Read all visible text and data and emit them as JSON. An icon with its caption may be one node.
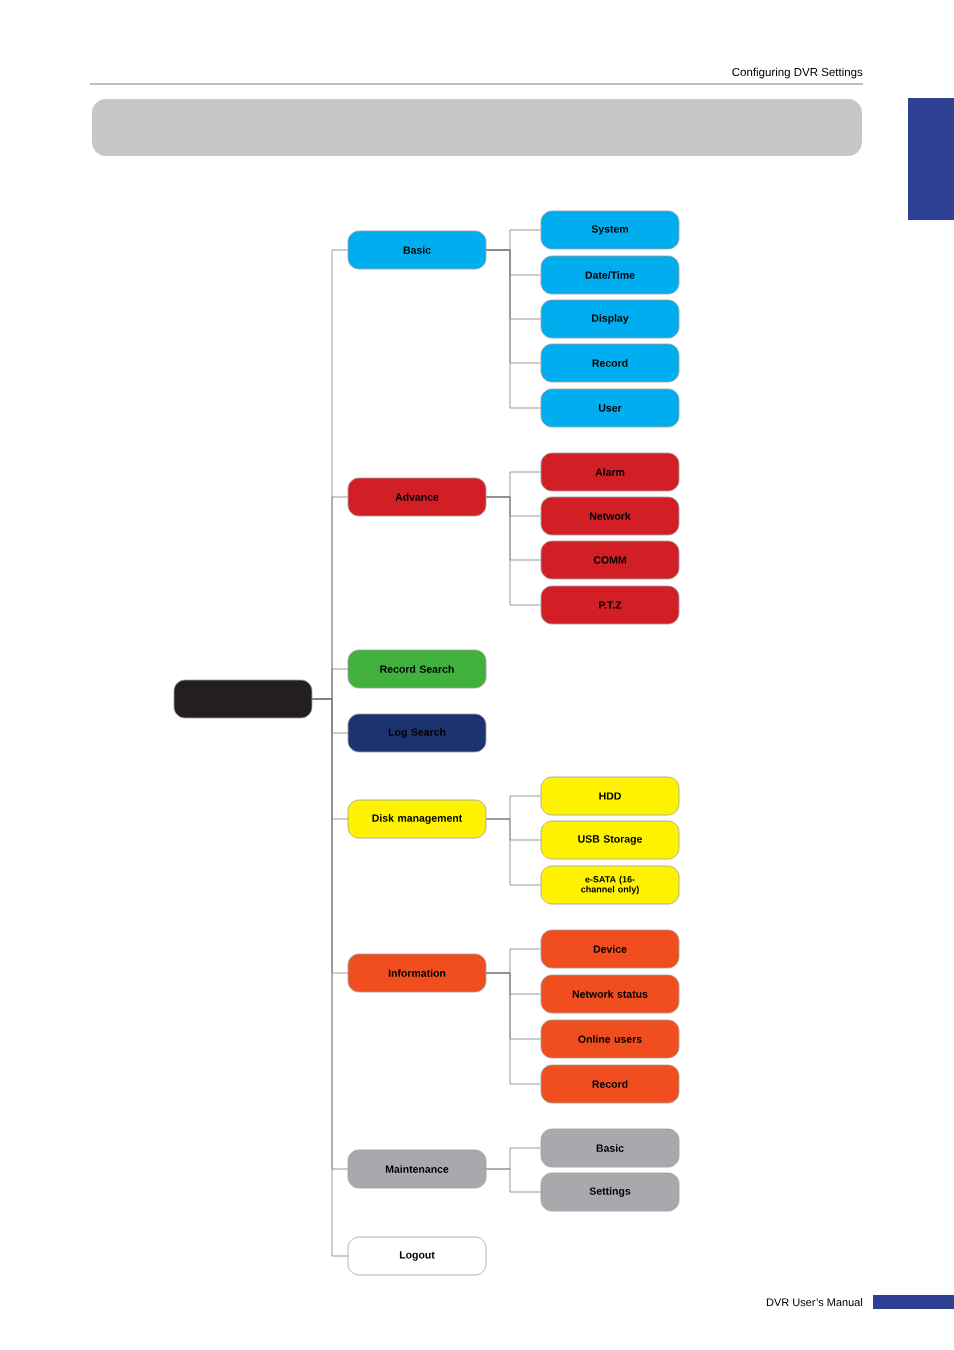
{
  "diagram": {
    "nodes": [
      {
        "text": [],
        "shape": "box"
      },
      {
        "text": [],
        "shape": "bar"
      },
      {
        "text": [],
        "shape": "box"
      },
      {
        "text": [
          "Basic"
        ]
      },
      {
        "text": [
          "System"
        ]
      },
      {
        "text": [
          "Date/Time"
        ]
      },
      {
        "text": [
          "Display"
        ]
      },
      {
        "text": [
          "Record"
        ]
      },
      {
        "text": [
          "User"
        ]
      },
      {
        "text": [
          "Advance"
        ]
      },
      {
        "text": [
          "Alarm"
        ]
      },
      {
        "text": [
          "Network"
        ]
      },
      {
        "text": [
          "COMM"
        ]
      },
      {
        "text": [
          "P.T.Z"
        ]
      },
      {
        "text": [
          "Record Search"
        ]
      },
      {
        "text": [
          "Log Search"
        ]
      },
      {
        "text": [
          "Disk management"
        ]
      },
      {
        "text": [
          "HDD"
        ]
      },
      {
        "text": [
          "USB Storage"
        ]
      },
      {
        "text": [
          "e-SATA (16-channel only)"
        ]
      },
      {
        "text": [
          "Information"
        ]
      },
      {
        "text": [
          "Device"
        ]
      },
      {
        "text": [
          "Network status"
        ]
      },
      {
        "text": [
          "Online users"
        ]
      },
      {
        "text": [
          "Record"
        ]
      },
      {
        "text": [
          "Maintenance"
        ]
      },
      {
        "text": [
          "Basic"
        ]
      },
      {
        "text": [
          "Settings"
        ]
      },
      {
        "text": [
          "Logout"
        ]
      }
    ],
    "edges": [
      {
        "from": 2,
        "to": 3,
        "arrow": "none"
      },
      {
        "from": 3,
        "to": 4,
        "arrow": "none"
      },
      {
        "from": 3,
        "to": 5,
        "arrow": "none"
      },
      {
        "from": 3,
        "to": 6,
        "arrow": "none"
      },
      {
        "from": 3,
        "to": 7,
        "arrow": "none"
      },
      {
        "from": 3,
        "to": 8,
        "arrow": "none"
      },
      {
        "from": 2,
        "to": 9,
        "arrow": "none"
      },
      {
        "from": 9,
        "to": 10,
        "arrow": "none"
      },
      {
        "from": 9,
        "to": 11,
        "arrow": "none"
      },
      {
        "from": 9,
        "to": 12,
        "arrow": "none"
      },
      {
        "from": 9,
        "to": 13,
        "arrow": "none"
      },
      {
        "from": 2,
        "to": 14,
        "arrow": "none"
      },
      {
        "from": 2,
        "to": 15,
        "arrow": "none"
      },
      {
        "from": 2,
        "to": 16,
        "arrow": "none"
      },
      {
        "from": 16,
        "to": 17,
        "arrow": "none"
      },
      {
        "from": 16,
        "to": 18,
        "arrow": "none"
      },
      {
        "from": 16,
        "to": 19,
        "arrow": "none"
      },
      {
        "from": 2,
        "to": 20,
        "arrow": "none"
      },
      {
        "from": 20,
        "to": 21,
        "arrow": "none"
      },
      {
        "from": 20,
        "to": 22,
        "arrow": "none"
      },
      {
        "from": 20,
        "to": 23,
        "arrow": "none"
      },
      {
        "from": 20,
        "to": 24,
        "arrow": "none"
      },
      {
        "from": 2,
        "to": 25,
        "arrow": "none"
      },
      {
        "from": 25,
        "to": 26,
        "arrow": "none"
      },
      {
        "from": 25,
        "to": 27,
        "arrow": "none"
      },
      {
        "from": 2,
        "to": 28,
        "arrow": "none"
      }
    ],
    "labels": [
      "Configuring DVR Settings",
      "DVR User’s Manual"
    ]
  }
}
